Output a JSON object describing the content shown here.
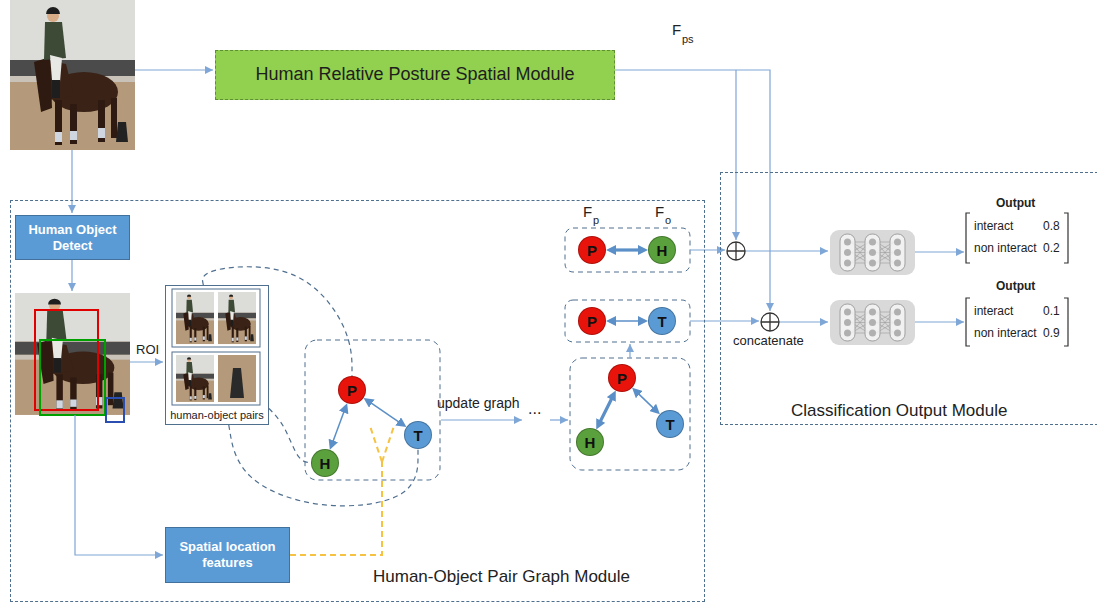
{
  "diagram": {
    "nodes": [
      {
        "text": [
          "Human Relative Posture Spatial Module"
        ]
      },
      {
        "text": [
          "Human-Object Pair Graph Module"
        ]
      },
      {
        "text": [
          "Human Object Detect"
        ],
        "in": 1
      },
      {
        "text": [
          "human-object pairs"
        ],
        "in": 1
      },
      {
        "text": [
          "P"
        ],
        "in": 1
      },
      {
        "text": [
          "H"
        ],
        "in": 1
      },
      {
        "text": [
          "T"
        ],
        "in": 1
      },
      {
        "text": [
          "P"
        ],
        "in": 1
      },
      {
        "text": [
          "H"
        ],
        "in": 1
      },
      {
        "text": [
          "T"
        ],
        "in": 1
      },
      {
        "text": [
          "P"
        ],
        "in": 1
      },
      {
        "text": [
          "H"
        ],
        "in": 1
      },
      {
        "text": [
          "P"
        ],
        "in": 1
      },
      {
        "text": [
          "T"
        ],
        "in": 1
      },
      {
        "text": [
          "Spatial location features"
        ],
        "in": 1
      },
      {
        "text": [
          "Classification Output Module"
        ]
      }
    ],
    "edges": [
      {
        "from": 3,
        "to": 4,
        "arrow": "none"
      },
      {
        "from": 3,
        "to": 5,
        "arrow": "none"
      },
      {
        "from": 3,
        "to": 6,
        "arrow": "none"
      },
      {
        "from": 4,
        "to": 5,
        "arrow": "both"
      },
      {
        "from": 4,
        "to": 6,
        "arrow": "both"
      },
      {
        "from": 7,
        "to": 8,
        "arrow": "both"
      },
      {
        "from": 7,
        "to": 9,
        "arrow": "both"
      },
      {
        "from": 10,
        "to": 11,
        "arrow": "both"
      },
      {
        "from": 12,
        "to": 13,
        "arrow": "both"
      }
    ],
    "labels": [
      "F",
      "ps",
      "ROI",
      "update graph",
      "...",
      "F",
      "p",
      "F",
      "o",
      "concatenate",
      "Output",
      "interact",
      "0.8",
      "non interact",
      "0.2",
      "Output",
      "interact",
      "0.1",
      "non interact",
      "0.9"
    ]
  }
}
